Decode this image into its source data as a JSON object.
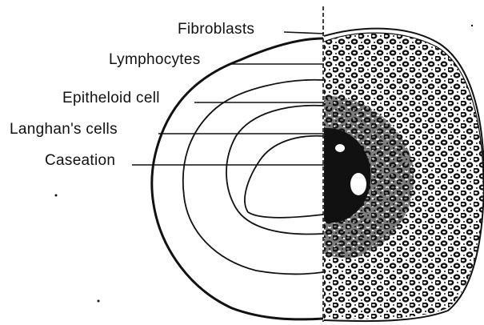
{
  "diagram": {
    "labels": {
      "fibroblasts": "Fibroblasts",
      "lymphocytes": "Lymphocytes",
      "epithelioid": "Epitheloid cell",
      "langhans": "Langhan's cells",
      "caseation": "Caseation"
    },
    "colors": {
      "ink": "#111111",
      "paper": "#ffffff"
    }
  }
}
